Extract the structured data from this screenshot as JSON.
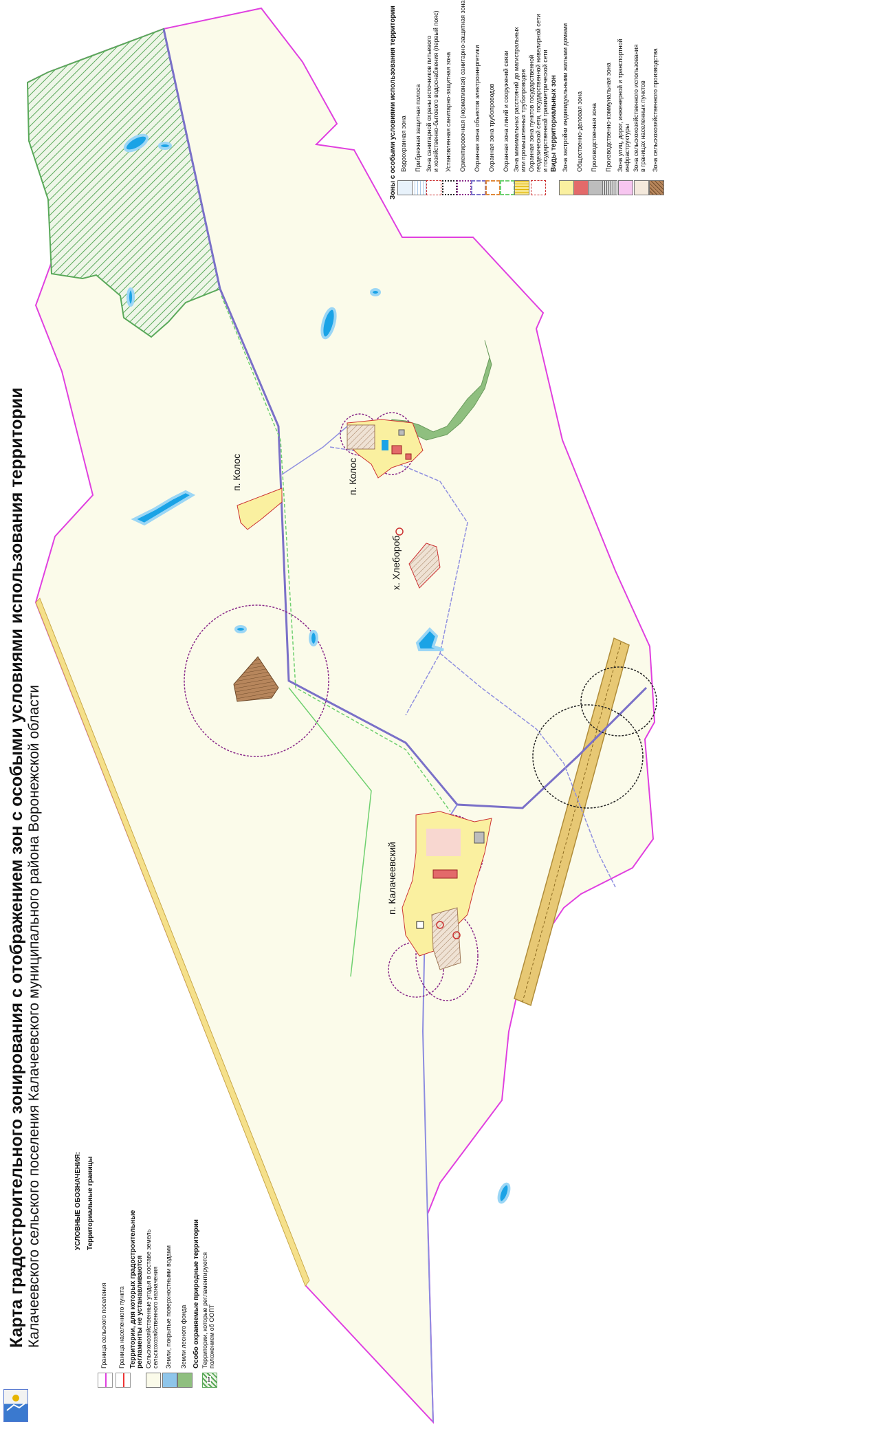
{
  "title": "Карта градостроительного зонирования с отображением зон с особыми условиями использования территории",
  "subtitle": "Калачеевского сельского поселения Калачеевского муниципального района Воронежской области",
  "places": {
    "kolos_west": "п. Колос",
    "kolos_main": "п. Колос",
    "khleborob": "х. Хлебороб",
    "kalacheevsky": "п. Калачеевский"
  },
  "legend_left": {
    "heading": "УСЛОВНЫЕ ОБОЗНАЧЕНИЯ:",
    "boundaries_heading": "Территориальные границы",
    "settlement_boundary": "Граница сельского поселения",
    "locality_boundary": "Граница населенного пункта",
    "no_regulation_heading_1": "Территории, для которых градостроительные",
    "no_regulation_heading_2": "регламенты не устанавливаются",
    "agri_lands_1": "Сельскохозяйственные угодья в составе земель",
    "agri_lands_2": "сельскохозяйственного назначения",
    "water_lands": "Земли, покрытые поверхностными водами",
    "forest_lands": "Земли лесного фонда",
    "protected_heading": "Особо охраняемые природные территории",
    "protected_1": "Территории, которые регламентируются",
    "protected_2": "положением об ООПТ",
    "protected_number": "1"
  },
  "legend_right": {
    "zouit_heading": "Зоны  с особыми условиями использования территории",
    "zones": [
      {
        "lines": [
          "Водоохранная зона"
        ]
      },
      {
        "lines": [
          "Прибрежная защитная полоса"
        ]
      },
      {
        "lines": [
          "Зона санитарной охраны источников питьевого",
          "и хозяйственно-бытового водоснабжения (первый пояс)"
        ]
      },
      {
        "lines": [
          "Установленная санитарно-защитная зона"
        ]
      },
      {
        "lines": [
          "Ориентировочная (нормативная) санитарно-защитная зона"
        ]
      },
      {
        "lines": [
          "Охранная зона объектов электроэнергетики"
        ]
      },
      {
        "lines": [
          "Охранная зона трубопроводов"
        ]
      },
      {
        "lines": [
          "Охранная зона линий и сооружений связи"
        ]
      },
      {
        "lines": [
          "Зона минимальных расстояний до магистральных",
          "или промышленных трубопроводов"
        ]
      },
      {
        "lines": [
          "Охранная зона пунктов государственной",
          "геодезической сети, государственной нивелирной сети",
          "и государственной гравиметрической сети"
        ]
      }
    ],
    "territorial_heading": "Виды территориальных зон",
    "territorial": [
      {
        "lines": [
          "Зона застройки индивидуальными жилыми домами"
        ]
      },
      {
        "lines": [
          "Общественно-деловая зона"
        ]
      },
      {
        "lines": [
          "Производственная зона"
        ]
      },
      {
        "lines": [
          "Производственно-коммунальная зона"
        ]
      },
      {
        "lines": [
          "Зона улиц, дорог, инженерной и транспортной",
          "инфраструктуры"
        ]
      },
      {
        "lines": [
          "Зона сельскохозяйственного использования",
          "в границах населенных пунктов"
        ]
      },
      {
        "lines": [
          "Зона сельскохозяйственного производства"
        ]
      }
    ]
  },
  "colors": {
    "settlement_boundary": "#e040e0",
    "agri_fill": "#fbfbea",
    "water": "#1aa3e6",
    "forest": "#8fbf7f",
    "forest_hatch": "#5aa95a",
    "residential": "#faf0a0",
    "business": "#e36a6a",
    "production": "#bdbdbd",
    "road_zone": "#f7c6f0",
    "agri_settlement": "#f4e9dc",
    "agri_production": "#b7865c"
  }
}
